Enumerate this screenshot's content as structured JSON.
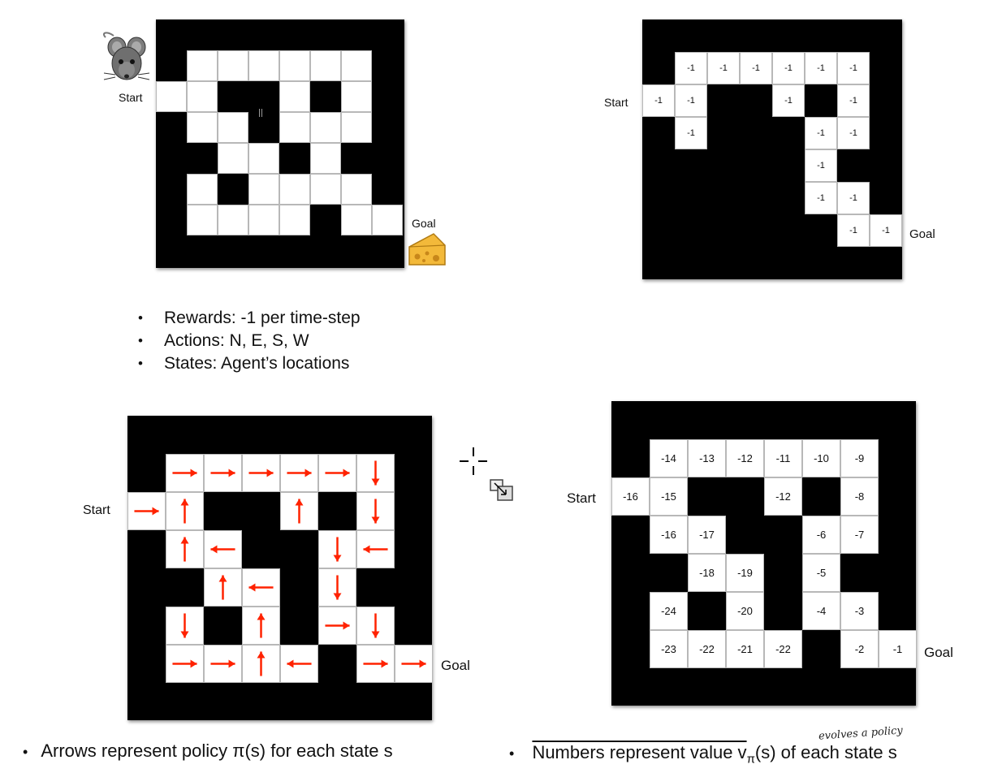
{
  "mouse_maze": {
    "cells": [
      [
        1,
        1
      ],
      [
        2,
        1
      ],
      [
        3,
        1
      ],
      [
        4,
        1
      ],
      [
        5,
        1
      ],
      [
        6,
        1
      ],
      [
        0,
        2
      ],
      [
        1,
        2
      ],
      [
        4,
        2
      ],
      [
        6,
        2
      ],
      [
        1,
        3
      ],
      [
        2,
        3
      ],
      [
        4,
        3
      ],
      [
        5,
        3
      ],
      [
        6,
        3
      ],
      [
        2,
        4
      ],
      [
        3,
        4
      ],
      [
        5,
        4
      ],
      [
        1,
        5
      ],
      [
        3,
        5
      ],
      [
        4,
        5
      ],
      [
        5,
        5
      ],
      [
        6,
        5
      ],
      [
        1,
        6
      ],
      [
        2,
        6
      ],
      [
        3,
        6
      ],
      [
        4,
        6
      ],
      [
        6,
        6
      ],
      [
        7,
        6
      ]
    ],
    "start_label": "Start",
    "goal_label": "Goal"
  },
  "reward_maze": {
    "cells": [
      [
        1,
        1,
        "-1"
      ],
      [
        2,
        1,
        "-1"
      ],
      [
        3,
        1,
        "-1"
      ],
      [
        4,
        1,
        "-1"
      ],
      [
        5,
        1,
        "-1"
      ],
      [
        6,
        1,
        "-1"
      ],
      [
        0,
        2,
        "-1"
      ],
      [
        1,
        2,
        "-1"
      ],
      [
        4,
        2,
        "-1"
      ],
      [
        6,
        2,
        "-1"
      ],
      [
        1,
        3,
        "-1"
      ],
      [
        5,
        3,
        "-1"
      ],
      [
        6,
        3,
        "-1"
      ],
      [
        5,
        4,
        "-1"
      ],
      [
        5,
        5,
        "-1"
      ],
      [
        6,
        5,
        "-1"
      ],
      [
        6,
        6,
        "-1"
      ],
      [
        7,
        6,
        "-1"
      ]
    ],
    "start_label": "Start",
    "goal_label": "Goal"
  },
  "info": {
    "bullets": [
      "Rewards: -1 per time-step",
      "Actions: N, E, S, W",
      "States: Agent’s locations"
    ]
  },
  "policy_maze": {
    "cells": [
      [
        1,
        1,
        "E"
      ],
      [
        2,
        1,
        "E"
      ],
      [
        3,
        1,
        "E"
      ],
      [
        4,
        1,
        "E"
      ],
      [
        5,
        1,
        "E"
      ],
      [
        6,
        1,
        "S"
      ],
      [
        0,
        2,
        "E"
      ],
      [
        1,
        2,
        "N"
      ],
      [
        4,
        2,
        "N"
      ],
      [
        6,
        2,
        "S"
      ],
      [
        1,
        3,
        "N"
      ],
      [
        2,
        3,
        "W"
      ],
      [
        5,
        3,
        "S"
      ],
      [
        6,
        3,
        "W"
      ],
      [
        2,
        4,
        "N"
      ],
      [
        3,
        4,
        "W"
      ],
      [
        5,
        4,
        "S"
      ],
      [
        1,
        5,
        "S"
      ],
      [
        3,
        5,
        "N"
      ],
      [
        5,
        5,
        "E"
      ],
      [
        6,
        5,
        "S"
      ],
      [
        1,
        6,
        "E"
      ],
      [
        2,
        6,
        "E"
      ],
      [
        3,
        6,
        "N"
      ],
      [
        4,
        6,
        "W"
      ],
      [
        6,
        6,
        "E"
      ],
      [
        7,
        6,
        "E"
      ]
    ],
    "start_label": "Start",
    "goal_label": "Goal",
    "caption": "Arrows represent policy π(s) for each state s"
  },
  "value_maze": {
    "cells": [
      [
        1,
        1,
        "-14"
      ],
      [
        2,
        1,
        "-13"
      ],
      [
        3,
        1,
        "-12"
      ],
      [
        4,
        1,
        "-11"
      ],
      [
        5,
        1,
        "-10"
      ],
      [
        6,
        1,
        "-9"
      ],
      [
        0,
        2,
        "-16"
      ],
      [
        1,
        2,
        "-15"
      ],
      [
        4,
        2,
        "-12"
      ],
      [
        6,
        2,
        "-8"
      ],
      [
        1,
        3,
        "-16"
      ],
      [
        2,
        3,
        "-17"
      ],
      [
        5,
        3,
        "-6"
      ],
      [
        6,
        3,
        "-7"
      ],
      [
        2,
        4,
        "-18"
      ],
      [
        3,
        4,
        "-19"
      ],
      [
        5,
        4,
        "-5"
      ],
      [
        1,
        5,
        "-24"
      ],
      [
        3,
        5,
        "-20"
      ],
      [
        5,
        5,
        "-4"
      ],
      [
        6,
        5,
        "-3"
      ],
      [
        1,
        6,
        "-23"
      ],
      [
        2,
        6,
        "-22"
      ],
      [
        3,
        6,
        "-21"
      ],
      [
        4,
        6,
        "-22"
      ],
      [
        6,
        6,
        "-2"
      ],
      [
        7,
        6,
        "-1"
      ]
    ],
    "start_label": "Start",
    "goal_label": "Goal",
    "caption_pre": "Numbers represent value v",
    "caption_sub": "π",
    "caption_post": "(s) of each state s",
    "annotation": "evolves a policy"
  },
  "colors": {
    "arrow": "#ff2200",
    "wall": "#000000",
    "cell": "#ffffff"
  },
  "icons": [
    "mouse-icon",
    "cheese-icon",
    "crosshair-cursor-icon",
    "resize-cursor-icon"
  ]
}
